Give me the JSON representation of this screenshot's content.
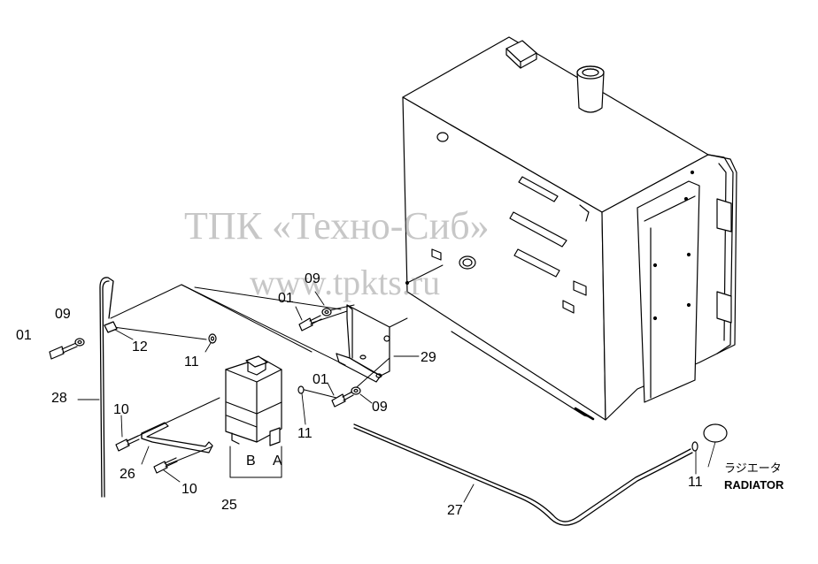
{
  "watermark": {
    "line1": "ТПК «Техно-Сиб»",
    "line2": "www.tpkts.ru"
  },
  "callouts": {
    "c01_a": "01",
    "c09_a": "09",
    "c12": "12",
    "c28": "28",
    "c11_a": "11",
    "c10_a": "10",
    "c26": "26",
    "c10_b": "10",
    "c25": "25",
    "cB": "B",
    "cA": "A",
    "c01_b": "01",
    "c09_b": "09",
    "c29": "29",
    "c01_c": "01",
    "c09_c": "09",
    "c11_b": "11",
    "c27": "27",
    "c11_c": "11"
  },
  "radiator": {
    "label_jp": "ラジエータ",
    "label_en": "RADIATOR"
  }
}
